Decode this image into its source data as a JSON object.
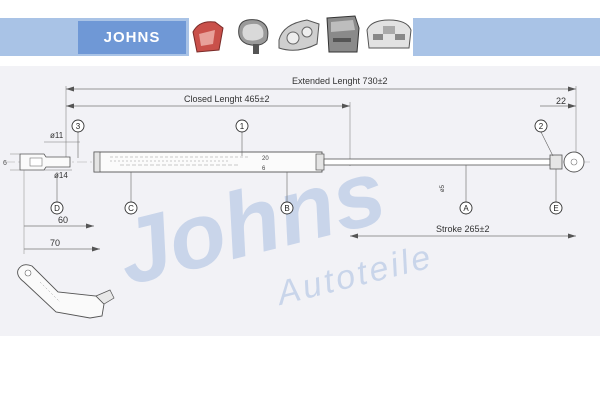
{
  "header": {
    "brand": "JOHNS",
    "thumbnails": [
      "rear-lamp-icon",
      "side-mirror-icon",
      "headlamp-icon",
      "door-panel-icon",
      "front-bumper-icon"
    ]
  },
  "drawing": {
    "watermark_line1": "Johns",
    "watermark_line2": "Autoteile",
    "dimensions": {
      "extended_length": "Extended Lenght 730±2",
      "closed_length": "Closed Lenght 465±2",
      "stroke": "Stroke 265±2",
      "end_offset": "22",
      "dim_60": "60",
      "dim_70": "70",
      "dia_11": "ø11",
      "dia_14": "ø14",
      "dia_20": "20",
      "dia_6": "6",
      "rod_dia": "ø5"
    },
    "callouts": {
      "num_1": "1",
      "num_2": "2",
      "num_3": "3",
      "letter_a": "A",
      "letter_b": "B",
      "letter_c": "C",
      "letter_d": "D",
      "letter_e": "E"
    }
  },
  "colors": {
    "header_band": "#a9c3e6",
    "brand_box": "#6f98d6",
    "drawing_bg": "#f2f2f6",
    "watermark": "#c9d5ea"
  }
}
